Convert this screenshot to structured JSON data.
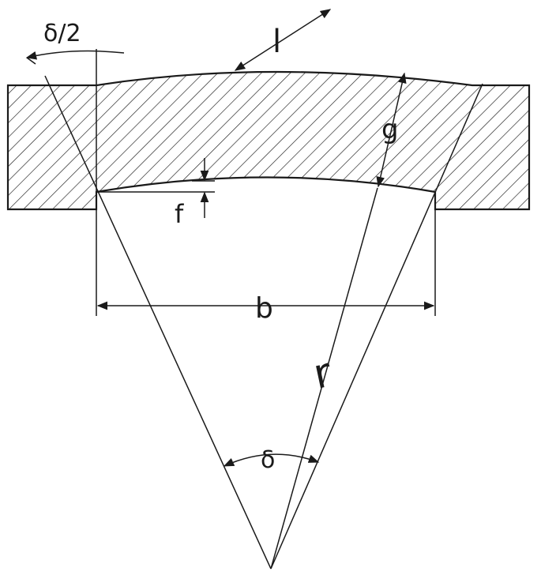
{
  "diagram": {
    "labels": {
      "half_angle": "δ/2",
      "arc_length": "l",
      "thickness": "g",
      "sag": "f",
      "chord": "b",
      "radius": "r",
      "angle": "δ"
    },
    "colors": {
      "line": "#1a1a1a",
      "hatch": "#1a1a1a",
      "background": "#ffffff"
    }
  }
}
